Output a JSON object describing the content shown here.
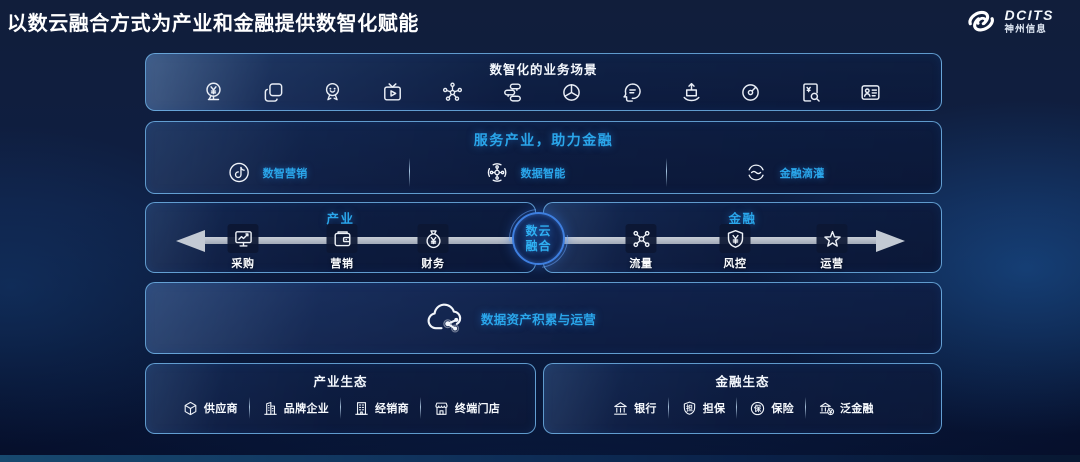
{
  "slide": {
    "title": "以数云融合方式为产业和金融提供数智化赋能",
    "logo": {
      "brand": "DCITS",
      "company": "神州信息",
      "icon": "galaxy-swirl-icon"
    }
  },
  "colors": {
    "background_top": "#121f3d",
    "background_bottom": "#060f2c",
    "box_border": "#6eb2e6",
    "accent_cyan": "#2aa6ea",
    "text_white": "#ffffff",
    "arrow_gray": "#c3cad4",
    "hub_ring": "#3e7fe0"
  },
  "scenarios": {
    "title": "数智化的业务场景",
    "icons": [
      "currency-stand",
      "layers-copy",
      "medal-face",
      "live-video",
      "network-molecule",
      "pipeline-flow",
      "pie-chart",
      "ai-head",
      "gift-up",
      "target-compass",
      "bill-search",
      "id-card"
    ]
  },
  "services": {
    "title": "服务产业，助力金融",
    "items": [
      {
        "label": "数智营销",
        "icon": "digital-marketing-icon"
      },
      {
        "label": "数据智能",
        "icon": "data-intelligence-icon"
      },
      {
        "label": "金融滴灌",
        "icon": "finance-drip-icon"
      }
    ]
  },
  "value_chain": {
    "hub": {
      "line1": "数云",
      "line2": "融合"
    },
    "industry": {
      "title": "产业",
      "arrow_direction": "left",
      "items": [
        {
          "label": "采购",
          "icon": "monitor-chart-icon"
        },
        {
          "label": "营销",
          "icon": "wallet-icon"
        },
        {
          "label": "财务",
          "icon": "money-bag-icon"
        }
      ]
    },
    "finance": {
      "title": "金融",
      "arrow_direction": "right",
      "items": [
        {
          "label": "流量",
          "icon": "network-x-icon"
        },
        {
          "label": "风控",
          "icon": "shield-yuan-icon"
        },
        {
          "label": "运营",
          "icon": "star-icon"
        }
      ]
    }
  },
  "data_assets": {
    "label": "数据资产积累与运营",
    "icon": "cloud-share-icon"
  },
  "ecosystems": {
    "industry": {
      "title": "产业生态",
      "items": [
        {
          "label": "供应商",
          "icon": "cube-icon"
        },
        {
          "label": "品牌企业",
          "icon": "brand-building-icon"
        },
        {
          "label": "经销商",
          "icon": "distributor-building-icon"
        },
        {
          "label": "终端门店",
          "icon": "storefront-icon"
        }
      ]
    },
    "finance": {
      "title": "金融生态",
      "items": [
        {
          "label": "银行",
          "icon": "bank-icon"
        },
        {
          "label": "担保",
          "icon": "guarantee-shield-icon"
        },
        {
          "label": "保险",
          "icon": "insurance-circle-icon"
        },
        {
          "label": "泛金融",
          "icon": "pan-finance-icon"
        }
      ]
    }
  }
}
